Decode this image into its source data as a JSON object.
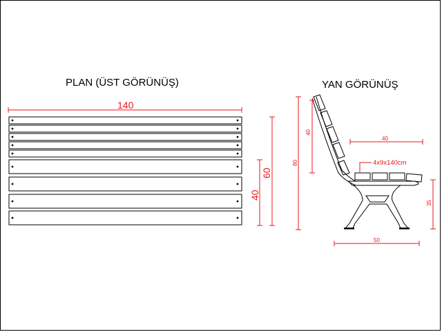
{
  "titles": {
    "plan": "PLAN (ÜST GÖRÜNÜŞ)",
    "side": "YAN GÖRÜNÜŞ"
  },
  "plan_view": {
    "width_dim": "140",
    "depth_dim_inner": "40",
    "depth_dim_outer": "60"
  },
  "side_view": {
    "height_total": "80",
    "back_height": "40",
    "seat_depth": "40",
    "slat_spec": "4x9x140cm",
    "seat_height": "35",
    "base_width": "50"
  },
  "colors": {
    "dimension": "#e8161b",
    "line": "#000000"
  }
}
